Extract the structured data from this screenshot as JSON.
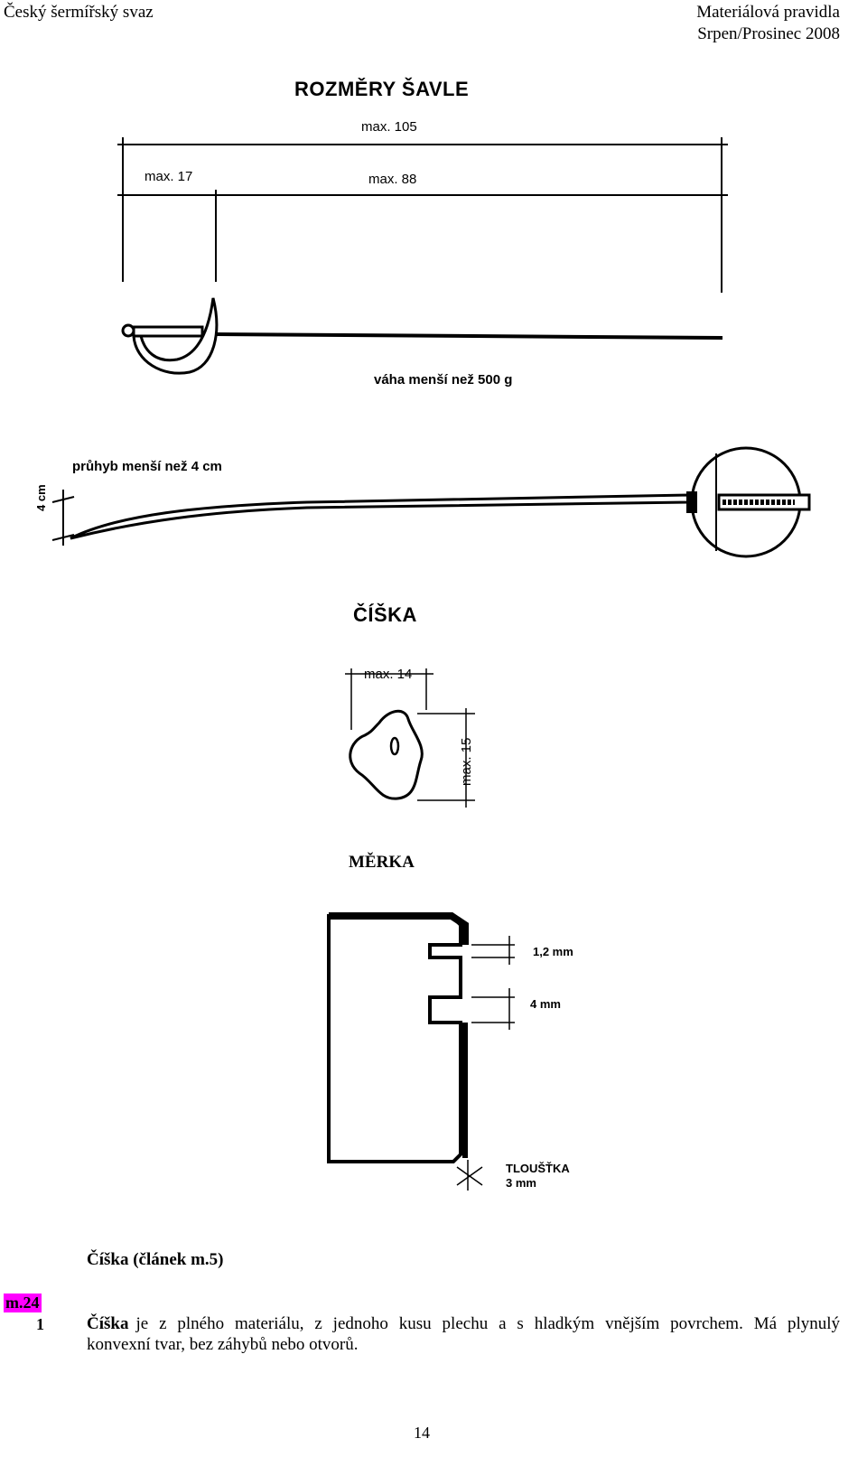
{
  "header": {
    "left": "Český šermířský svaz",
    "right_line1": "Materiálová pravidla",
    "right_line2": "Srpen/Prosinec 2008"
  },
  "saber_figure": {
    "title": "ROZMĚRY ŠAVLE",
    "dim_total": "max. 105",
    "dim_guard": "max. 17",
    "dim_blade": "max. 88",
    "weight": "váha menší než 500 g"
  },
  "flex_figure": {
    "bend": "průhyb menší než 4 cm",
    "bend_dim": "4 cm"
  },
  "cup_figure": {
    "title": "ČÍŠKA",
    "dim_width": "max. 14",
    "dim_height": "max. 15"
  },
  "gauge_figure": {
    "title": "MĚRKA",
    "dim_a": "1,2 mm",
    "dim_b": "4 mm",
    "thickness_label": "TLOUŠŤKA",
    "thickness_value": "3 mm"
  },
  "article": {
    "heading": "Číška (článek m.5)",
    "code": "m.24",
    "number": "1",
    "term": "Číška",
    "text_line1": "je z plného materiálu, z jednoho kusu plechu a s hladkým vnějším povrchem. Má plynulý",
    "text_line2": "konvexní tvar, bez záhybů nebo otvorů."
  },
  "footer": {
    "page_number": "14"
  },
  "colors": {
    "code_highlight": "#ff00ff"
  }
}
